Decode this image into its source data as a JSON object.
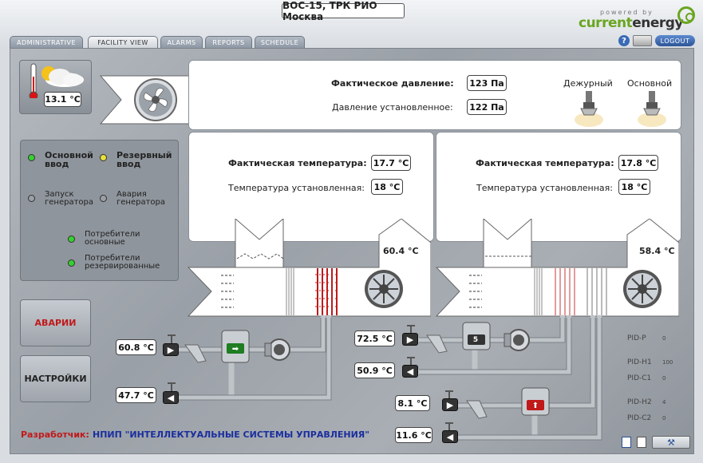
{
  "header": {
    "title": "ВОС-15, ТРК РИО Москва",
    "brand_small": "powered by",
    "brand_a": "current",
    "brand_b": "energy",
    "logout": "LOGOUT",
    "help": "?"
  },
  "tabs": [
    {
      "label": "ADMINISTRATIVE",
      "active": false
    },
    {
      "label": "FACILITY VIEW",
      "active": true
    },
    {
      "label": "ALARMS",
      "active": false
    },
    {
      "label": "REPORTS",
      "active": false
    },
    {
      "label": "SCHEDULE",
      "active": false
    }
  ],
  "weather": {
    "temperature": "13.1 °C"
  },
  "pressure": {
    "actual_label": "Фактическое давление:",
    "actual_value": "123 Па",
    "set_label": "Давление установленное:",
    "set_value": "122 Па",
    "lamp_standby": "Дежурный",
    "lamp_main": "Основной"
  },
  "power": {
    "main_input": "Основной\nввод",
    "reserve_input": "Резервный\nввод",
    "gen_start": "Запуск\nгенератора",
    "gen_alarm": "Авария\nгенератора",
    "consumers_main": "Потребители\nосновные",
    "consumers_reserve": "Потребители\nрезервированные"
  },
  "unit1": {
    "actual_temp_label": "Фактическая температура:",
    "actual_temp": "17.7 °C",
    "set_temp_label": "Температура установленная:",
    "set_temp": "18 °C",
    "exhaust_temp": "60.4 °C"
  },
  "unit2": {
    "actual_temp_label": "Фактическая температура:",
    "actual_temp": "17.8 °C",
    "set_temp_label": "Температура установленная:",
    "set_temp": "18 °C",
    "exhaust_temp": "58.4 °C"
  },
  "buttons": {
    "alarms": "АВАРИИ",
    "settings": "НАСТРОЙКИ"
  },
  "water": {
    "t1": "60.8 °C",
    "t2": "47.7 °C",
    "t3": "72.5 °C",
    "t4": "50.9 °C",
    "t5": "8.1 °C",
    "t6": "11.6 °C",
    "valve_value": "5"
  },
  "pid": [
    {
      "label": "PID-P",
      "value": "0"
    },
    {
      "label": "PID-H1",
      "value": "100"
    },
    {
      "label": "PID-C1",
      "value": "0"
    },
    {
      "label": "PID-H2",
      "value": "4"
    },
    {
      "label": "PID-C2",
      "value": "0"
    }
  ],
  "developer": {
    "label": "Разработчик:",
    "name": "НПИП \"ИНТЕЛЛЕКТУАЛЬНЫЕ СИСТЕМЫ УПРАВЛЕНИЯ\""
  },
  "colors": {
    "accent_red": "#c0191a",
    "accent_blue": "#1a2f9e",
    "brand_green": "#6aa521"
  }
}
